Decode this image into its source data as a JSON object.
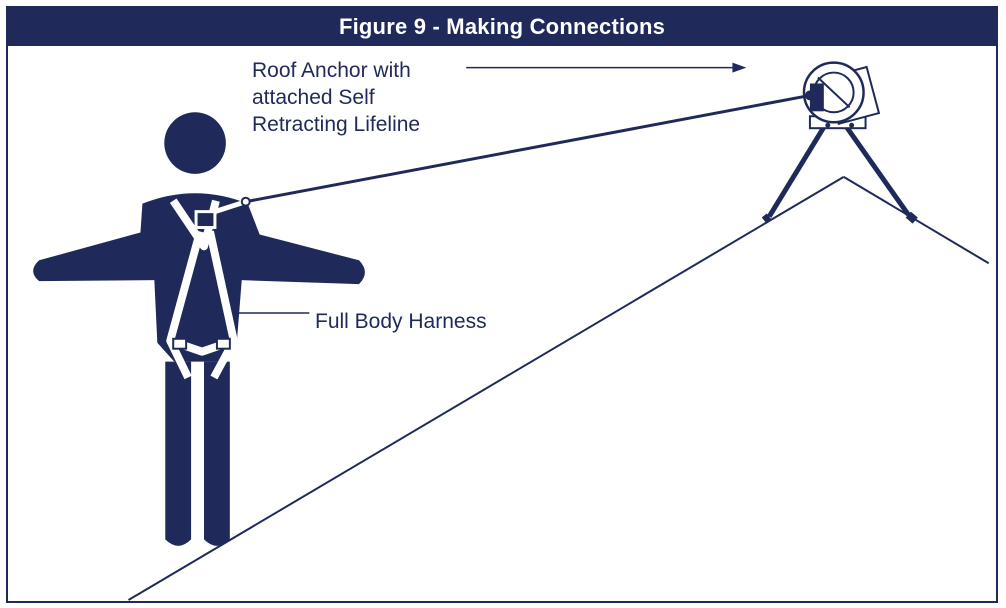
{
  "figure": {
    "title": "Figure 9 - Making Connections",
    "labels": {
      "anchor_line1": "Roof Anchor with",
      "anchor_line2": "attached Self",
      "anchor_line3": "Retracting Lifeline",
      "harness": "Full Body Harness"
    },
    "colors": {
      "primary": "#1f2a5a",
      "background": "#ffffff"
    }
  }
}
